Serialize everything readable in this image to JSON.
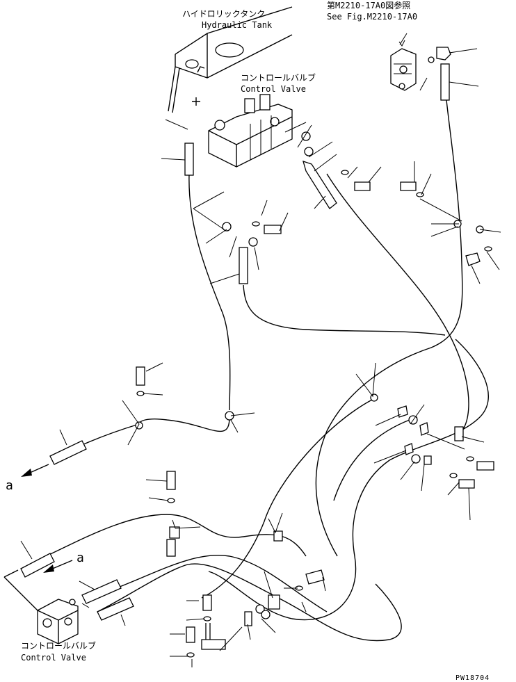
{
  "labels": {
    "tank_jp": "ハイドロリックタンク",
    "tank_en": "Hydraulic Tank",
    "ref_jp": "第M2210-17A0図参照",
    "ref_en": "See Fig.M2210-17A0",
    "valve_top_jp": "コントロールバルブ",
    "valve_top_en": "Control Valve",
    "valve_bottom_jp": "コントロールバルブ",
    "valve_bottom_en": "Control Valve",
    "marker_a_left": "a",
    "marker_a_lower": "a",
    "figure_code": "PW18704"
  }
}
